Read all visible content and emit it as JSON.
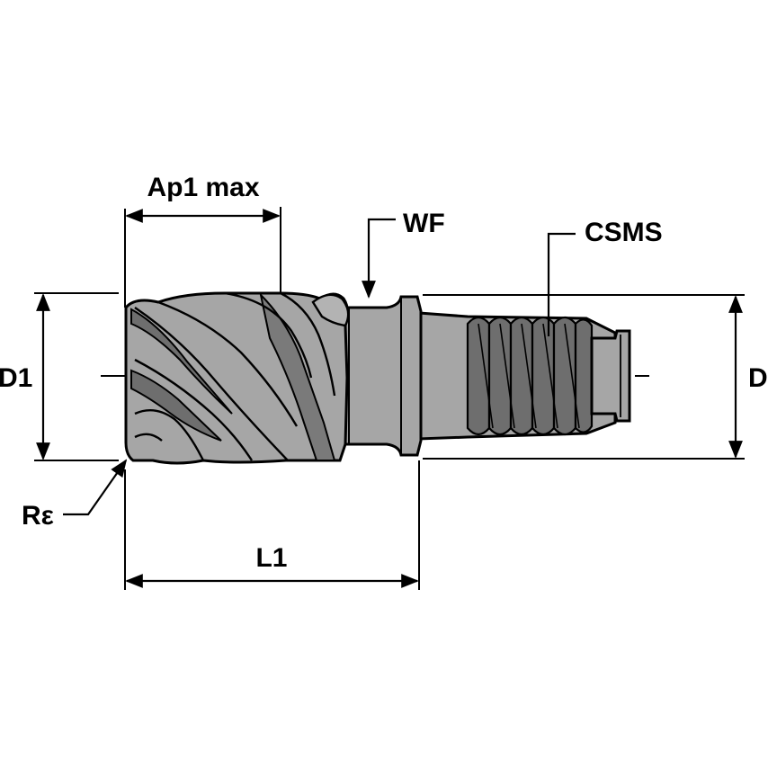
{
  "labels": {
    "ap1_max": "Ap1 max",
    "wf": "WF",
    "csms": "CSMS",
    "d1": "D1",
    "d": "D",
    "re": "Rε",
    "l1": "L1"
  },
  "colors": {
    "body_fill": "#a6a6a6",
    "line": "#000000",
    "background": "#ffffff"
  }
}
